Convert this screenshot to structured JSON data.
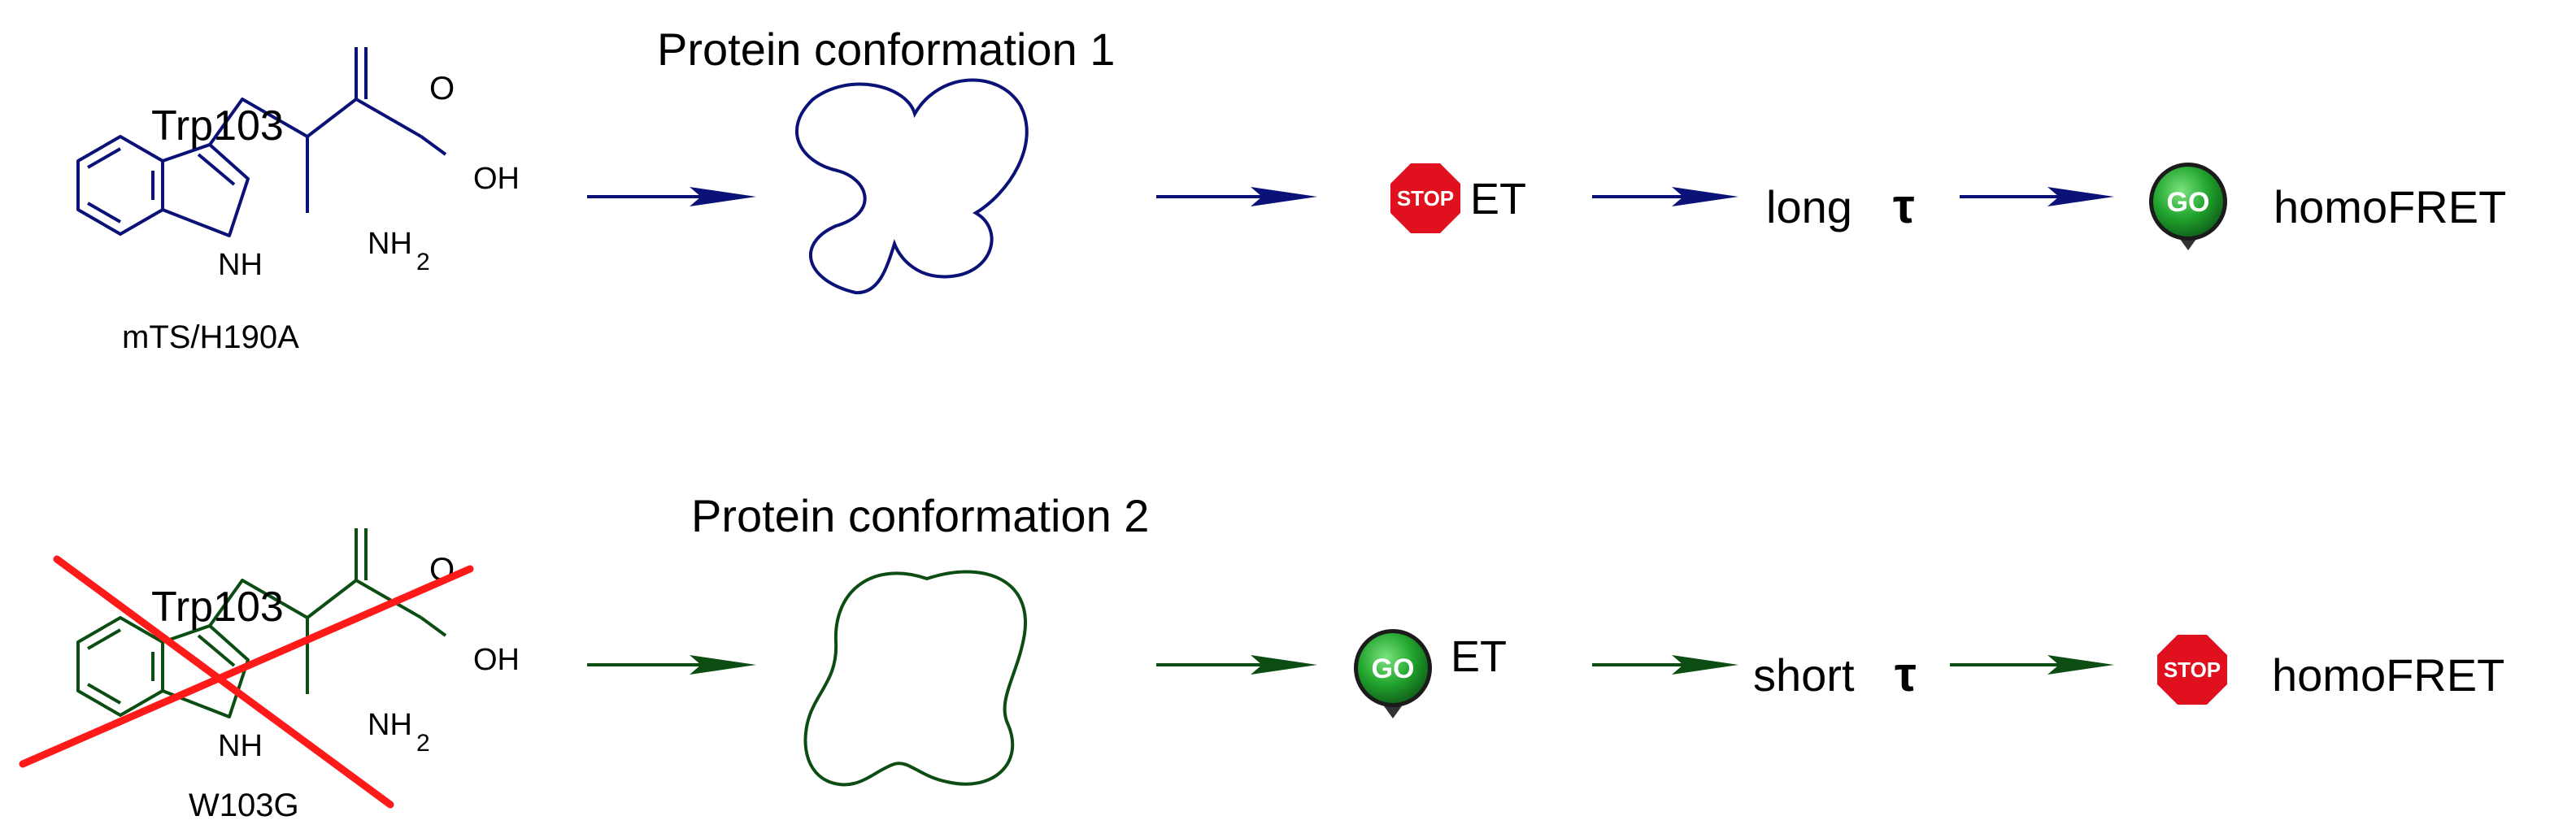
{
  "colors": {
    "row1": "#0a1278",
    "row2": "#0b4d12",
    "cross": "#ff1a1a",
    "stop_fill": "#e0101e",
    "go_fill": "#22a52e"
  },
  "row1": {
    "residue": "Trp103",
    "oxygen": "O",
    "hydroxyl": "OH",
    "nh": "NH",
    "amine": "NH",
    "amine_sub": "2",
    "variant": "mTS/H190A",
    "conformation": "Protein conformation 1",
    "et_signal": "STOP",
    "et_label": "ET",
    "lifetime_word": "long",
    "tau": "τ",
    "fret_signal": "GO",
    "fret_label": "homoFRET"
  },
  "row2": {
    "residue": "Trp103",
    "oxygen": "O",
    "hydroxyl": "OH",
    "nh": "NH",
    "amine": "NH",
    "amine_sub": "2",
    "variant": "W103G",
    "conformation": "Protein conformation 2",
    "et_signal": "GO",
    "et_label": "ET",
    "lifetime_word": "short",
    "tau": "τ",
    "fret_signal": "STOP",
    "fret_label": "homoFRET"
  }
}
